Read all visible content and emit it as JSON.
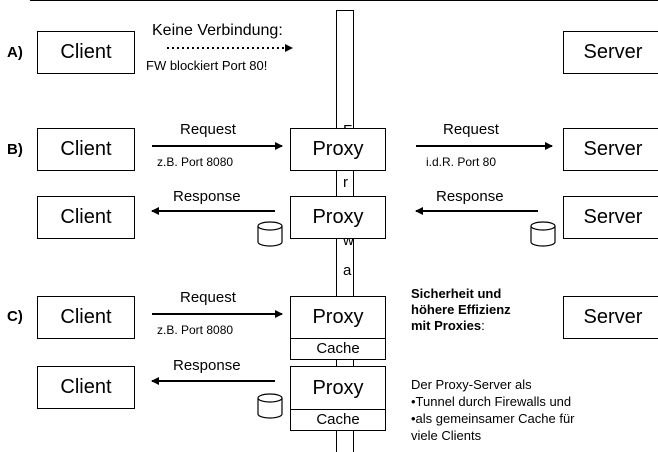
{
  "rows": {
    "a": "A)",
    "b": "B)",
    "c": "C)"
  },
  "labels": {
    "client": "Client",
    "server": "Server",
    "proxy": "Proxy",
    "cache": "Cache"
  },
  "row_a": {
    "title": "Keine Verbindung:",
    "subtitle": "FW blockiert Port 80!"
  },
  "arrows": {
    "request": "Request",
    "response": "Response",
    "port_client": "z.B. Port 8080",
    "port_server": "i.d.R. Port 80"
  },
  "firewall": {
    "letters": [
      "F",
      "r",
      "w",
      "a"
    ]
  },
  "side": {
    "title_line1": "Sicherheit und",
    "title_line2": "höhere Effizienz",
    "title_line3_bold": "mit Proxies",
    "title_line3_rest": ":",
    "text_line1": "Der Proxy-Server als",
    "text_line2": "•Tunnel durch Firewalls und",
    "text_line3": "•als gemeinsamer Cache für",
    "text_line4": "viele Clients"
  }
}
